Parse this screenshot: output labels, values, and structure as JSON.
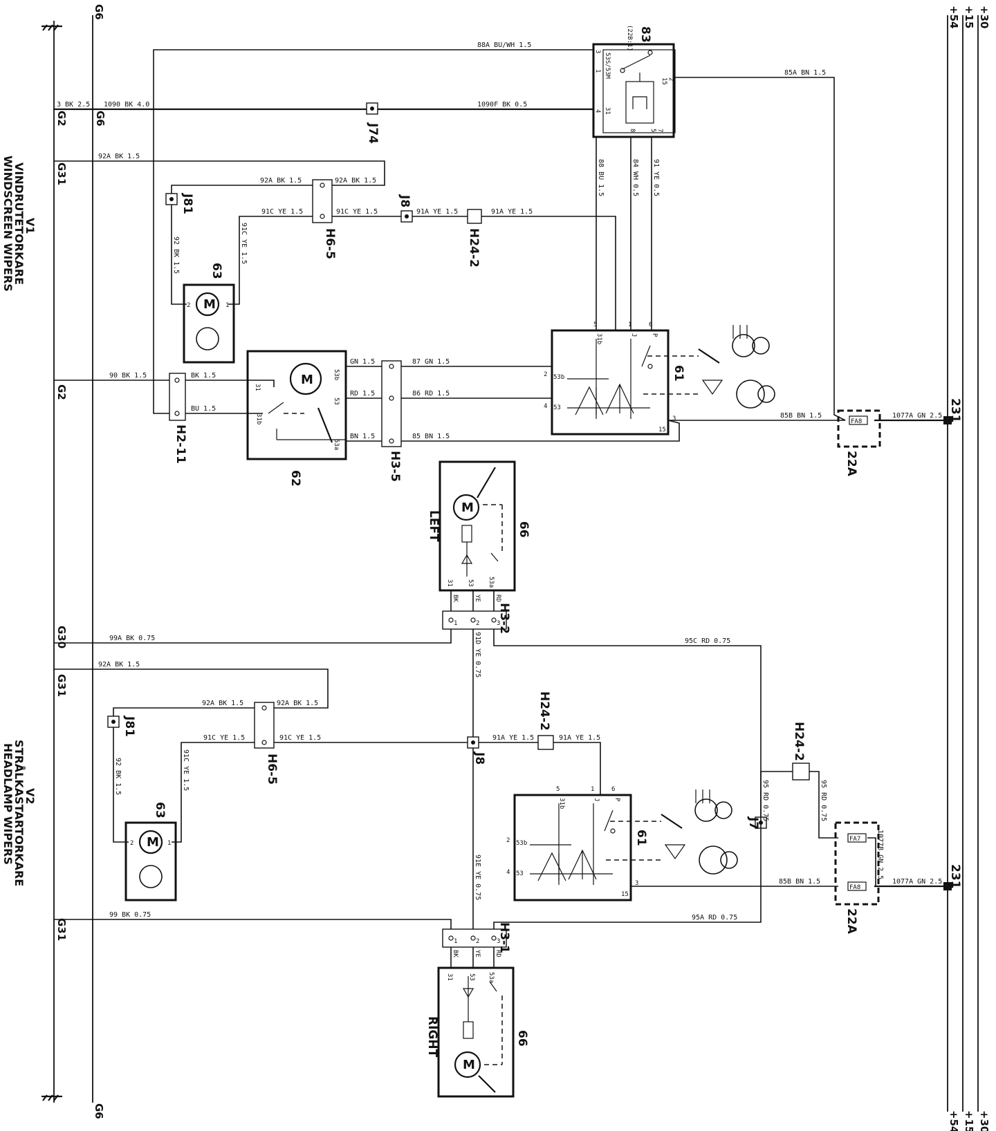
{
  "rails": {
    "r30": "+30",
    "r15": "+15",
    "r54": "+54",
    "g6": "G6"
  },
  "titles": {
    "v1_code": "V1",
    "v1_sv": "VINDRUTETORKARE",
    "v1_en": "WINDSCREEN WIPERS",
    "v2_code": "V2",
    "v2_sv": "STRÅLKASTARTORKARE",
    "v2_en": "HEADLAMP WIPERS"
  },
  "grounds": {
    "g2a": "G2",
    "g6b": "G6",
    "g31a": "G31",
    "g2b": "G2",
    "g30": "G30",
    "g31b": "G31",
    "g31c": "G31"
  },
  "components": {
    "c83": "83",
    "c83sub": "(22B:1)",
    "c61a": "61",
    "c61b": "61",
    "c62": "62",
    "c63a": "63",
    "c63b": "63",
    "c66a": "66",
    "c66b": "66",
    "c22a": "22A",
    "c22b": "22A",
    "left": "LEFT",
    "right": "RIGHT",
    "fuse_fa8a": "FA8",
    "fuse_fa8b": "FA8",
    "fuse_fa7": "FA7",
    "motor": "M"
  },
  "connectors": {
    "j74": "J74",
    "j81a": "J81",
    "j81b": "J81",
    "j8a": "J8",
    "j8b": "J8",
    "j7": "J7",
    "h6_5a": "H6-5",
    "h6_5b": "H6-5",
    "h24_2a": "H24-2",
    "h24_2b": "H24-2",
    "h24_2c": "H24-2",
    "h2_11": "H2-11",
    "h3_5": "H3-5",
    "h3_2": "H3-2",
    "h3_1": "H3-1",
    "s231a": "231",
    "s231b": "231"
  },
  "wires": {
    "w88a": "88A BU/WH 1.5",
    "w85a": "85A BN 1.5",
    "w3": "3 BK 2.5",
    "w1090": "1090 BK 4.0",
    "w1090f": "1090F BK 0.5",
    "w92a_1": "92A BK 1.5",
    "w92a_2": "92A BK 1.5",
    "w92a_3": "92A BK 1.5",
    "w92_1": "92 BK 1.5",
    "w91c_1": "91C YE 1.5",
    "w91c_2": "91C YE 1.5",
    "w91c_3": "91C YE 1.5",
    "w91a_1": "91A YE 1.5",
    "w91a_2": "91A YE 1.5",
    "w88": "88 BU 1.5",
    "w84": "84 WH 0.5",
    "w91": "91 YE 0.5",
    "w90": "90 BK 1.5",
    "wbk": "BK 1.5",
    "wbu": "BU 1.5",
    "wgn": "GN 1.5",
    "wrd": "RD 1.5",
    "wbn": "BN 1.5",
    "w87": "87 GN 1.5",
    "w86": "86 RD 1.5",
    "w85": "85 BN 1.5",
    "w85b_1": "85B BN 1.5",
    "w1077a_1": "1077A GN 2.5",
    "w99a": "99A BK 0.75",
    "w95c": "95C RD 0.75",
    "w91d_1": "91D YE 0.75",
    "w92a_4": "92A BK 1.5",
    "w92a_5": "92A BK 1.5",
    "w92a_6": "92A BK 1.5",
    "w92_2": "92 BK 1.5",
    "w91c_4": "91C YE 1.5",
    "w91c_5": "91C YE 1.5",
    "w91c_6": "91C YE 1.5",
    "w91a_3": "91A YE 1.5",
    "w91a_4": "91A YE 1.5",
    "w95": "95 RD 0.75",
    "w95b": "95 RD 0.75",
    "w1077b": "1077B GN 2.5",
    "w85b_2": "85B BN 1.5",
    "w1077a_2": "1077A GN 2.5",
    "w99": "99 BK 0.75",
    "w95a": "95A RD 0.75",
    "w91e": "91E YE 0.75",
    "cbk1": "BK",
    "cye1": "YE",
    "crd1": "RD",
    "cbk2": "BK",
    "cye2": "YE",
    "crd2": "RD"
  },
  "pins": {
    "p83_3": "3",
    "p83_1": "1",
    "p83_4": "4",
    "p83_2": "2",
    "p83_53s": "53S/53M",
    "p83_53": "53S",
    "p83_15": "15",
    "p83_31": "31",
    "p83_8": "8",
    "p83_5": "5",
    "p83_7": "7",
    "p61_5": "5",
    "p61_1": "1",
    "p61_6": "6",
    "p61_2": "2",
    "p61_4": "4",
    "p61_3": "3",
    "p61_31b": "31b",
    "p61_J": "J",
    "p61_P": "P",
    "p61_53b": "53b",
    "p61_53": "53",
    "p61_15": "15",
    "p62_53b": "53b",
    "p62_53": "53",
    "p62_53a": "53a",
    "p62_31": "31",
    "p62_31b": "31b",
    "p63_1": "1",
    "p63_2": "2",
    "p66_31": "31",
    "p66_53": "53",
    "p66_53a": "53a",
    "n1": "1",
    "n2": "2",
    "n3": "3",
    "p61b_5": "5",
    "p61b_1": "1",
    "p61b_6": "6",
    "p61b_2": "2",
    "p61b_4": "4",
    "p61b_3": "3",
    "p61b_31b": "31b",
    "p61b_J": "J",
    "p61b_P": "P",
    "p61b_53b": "53b",
    "p61b_53": "53",
    "p61b_15": "15"
  }
}
